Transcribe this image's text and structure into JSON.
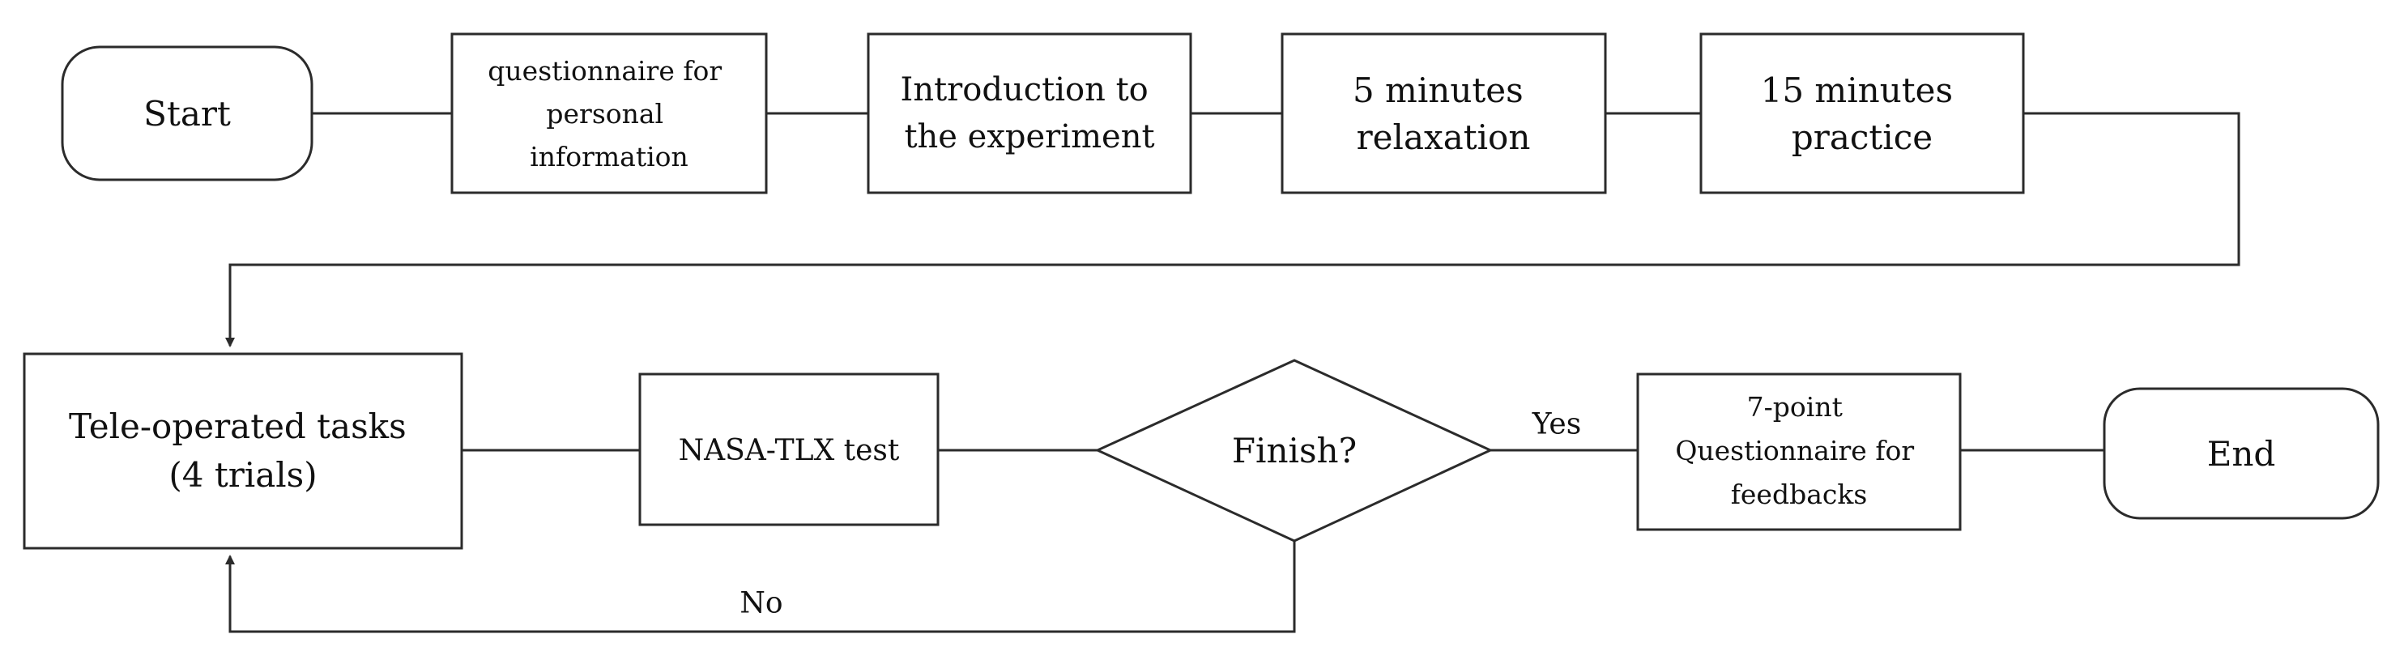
{
  "nodes": {
    "start": {
      "lines": [
        "Start"
      ],
      "shape": "terminator"
    },
    "questionnaire_personal": {
      "lines": [
        "questionnaire for",
        "personal",
        "information"
      ],
      "shape": "process"
    },
    "introduction": {
      "lines": [
        "Introduction to",
        "the experiment"
      ],
      "shape": "process"
    },
    "relaxation": {
      "lines": [
        "5 minutes",
        "relaxation"
      ],
      "shape": "process"
    },
    "practice": {
      "lines": [
        "15 minutes",
        "practice"
      ],
      "shape": "process"
    },
    "teleoperated_tasks": {
      "lines": [
        "Tele-operated tasks",
        "(4 trials)"
      ],
      "shape": "process"
    },
    "nasa_tlx": {
      "lines": [
        "NASA-TLX test"
      ],
      "shape": "process"
    },
    "finish": {
      "lines": [
        "Finish?"
      ],
      "shape": "decision"
    },
    "questionnaire_feedback": {
      "lines": [
        "7-point",
        "Questionnaire for",
        "feedbacks"
      ],
      "shape": "process"
    },
    "end": {
      "lines": [
        "End"
      ],
      "shape": "terminator"
    }
  },
  "edges": [
    {
      "from": "start",
      "to": "questionnaire_personal",
      "label": ""
    },
    {
      "from": "questionnaire_personal",
      "to": "introduction",
      "label": ""
    },
    {
      "from": "introduction",
      "to": "relaxation",
      "label": ""
    },
    {
      "from": "relaxation",
      "to": "practice",
      "label": ""
    },
    {
      "from": "practice",
      "to": "teleoperated_tasks",
      "label": ""
    },
    {
      "from": "teleoperated_tasks",
      "to": "nasa_tlx",
      "label": ""
    },
    {
      "from": "nasa_tlx",
      "to": "finish",
      "label": ""
    },
    {
      "from": "finish",
      "to": "questionnaire_feedback",
      "label": "Yes"
    },
    {
      "from": "finish",
      "to": "teleoperated_tasks",
      "label": "No"
    },
    {
      "from": "questionnaire_feedback",
      "to": "end",
      "label": ""
    }
  ],
  "colors": {
    "stroke": "#2b2b2b",
    "text": "#111111",
    "background": "#ffffff"
  }
}
